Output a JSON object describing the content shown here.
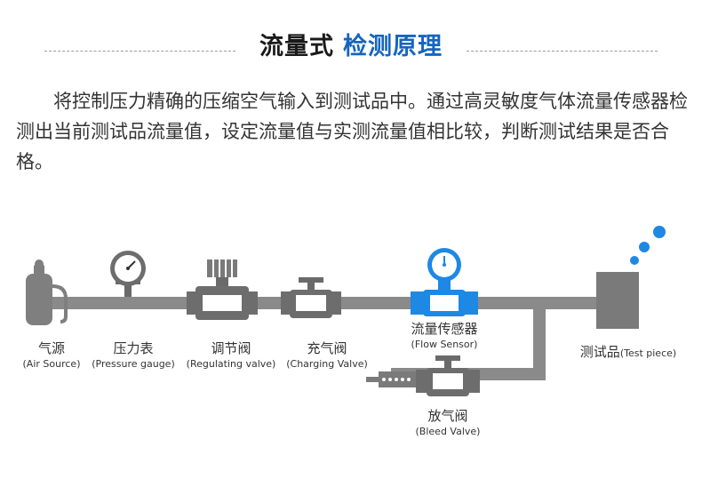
{
  "title": {
    "part1": "流量式",
    "part2": "检测原理"
  },
  "description": "将控制压力精确的压缩空气输入到测试品中。通过高灵敏度气体流量传感器检测出当前测试品流量值，设定流量值与实测流量值相比较，判断测试结果是否合格。",
  "components": {
    "air_source": {
      "zh": "气源",
      "en": "(Air Source)"
    },
    "pressure_gauge": {
      "zh": "压力表",
      "en": "(Pressure gauge)"
    },
    "regulating_valve": {
      "zh": "调节阀",
      "en": "(Regulating valve)"
    },
    "charging_valve": {
      "zh": "充气阀",
      "en": "(Charging Valve)"
    },
    "flow_sensor": {
      "zh": "流量传感器",
      "en": "(Flow Sensor)"
    },
    "test_piece": {
      "zh": "测试品",
      "en": "(Test piece)"
    },
    "bleed_valve": {
      "zh": "放气阀",
      "en": "(Bleed Valve)"
    }
  },
  "colors": {
    "pipe": "#8a8a8a",
    "accent": "#1e88e5",
    "dark": "#555555"
  }
}
